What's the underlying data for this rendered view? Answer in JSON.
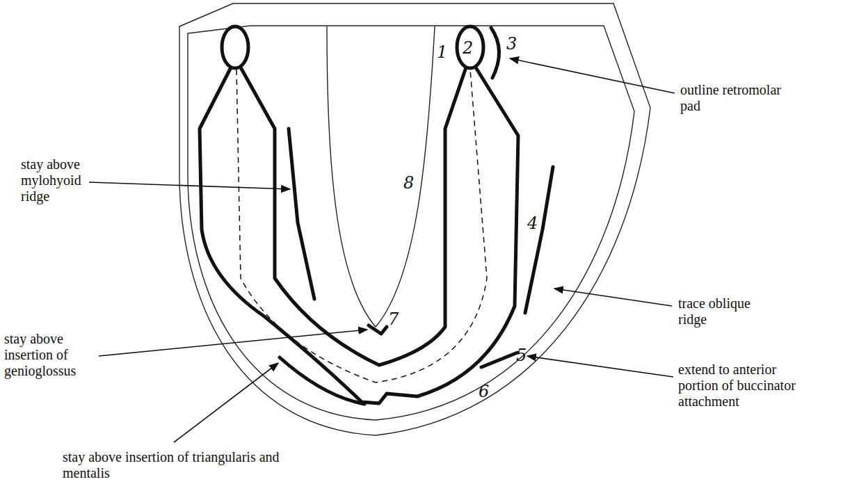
{
  "diagram": {
    "labels": [
      "outline retromolar pad",
      "stay above mylohyoid ridge",
      "trace oblique ridge",
      "stay above insertion of genioglossus",
      "extend to anterior portion of buccinator attachment",
      "stay above insertion of triangularis and mentalis",
      "1",
      "2",
      "3",
      "4",
      "5",
      "6",
      "7",
      "8"
    ]
  }
}
